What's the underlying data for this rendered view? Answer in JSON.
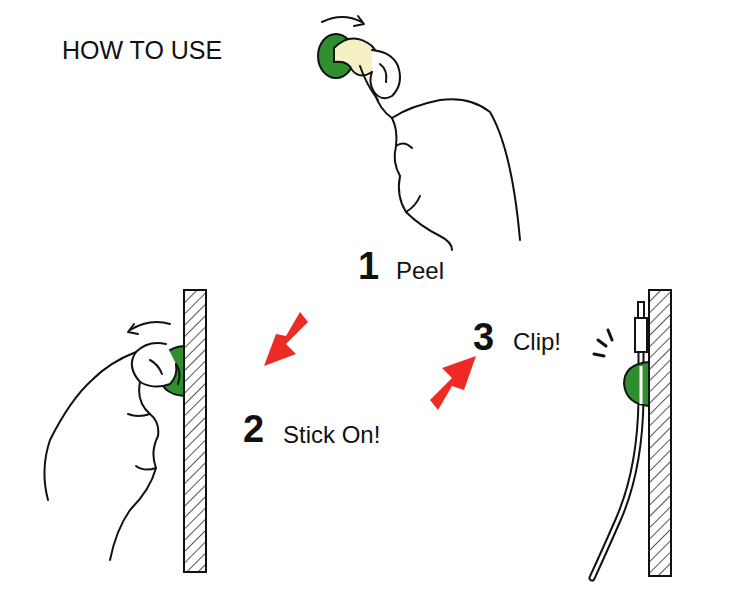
{
  "diagram": {
    "labels": [
      "HOW TO USE",
      "1",
      "Peel",
      "2",
      "Stick On!",
      "3",
      "Clip!"
    ]
  }
}
